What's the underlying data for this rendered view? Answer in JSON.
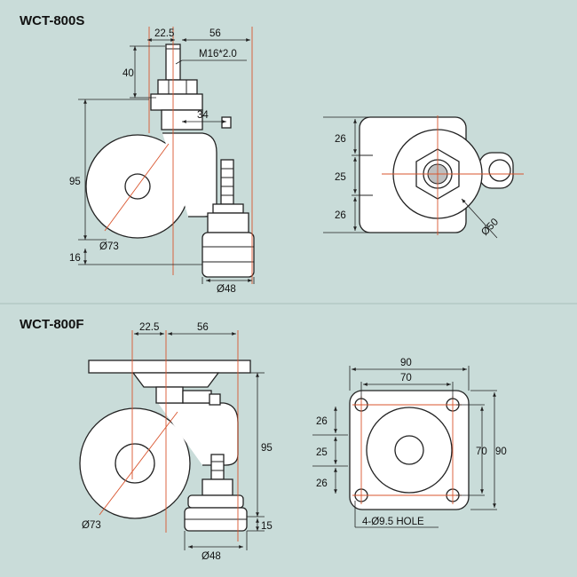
{
  "models": [
    {
      "title": "WCT-800S",
      "side": {
        "d1": "22.5",
        "d2": "56",
        "d3": "M16*2.0",
        "d4": "40",
        "d5": "34",
        "d6": "95",
        "d7": "16",
        "d8": "Ø73",
        "d9": "Ø48"
      },
      "top": {
        "d1": "26",
        "d2": "25",
        "d3": "26",
        "d4": "Ø50"
      }
    },
    {
      "title": "WCT-800F",
      "side": {
        "d1": "22.5",
        "d2": "56",
        "d3": "95",
        "d4": "15",
        "d5": "Ø73",
        "d6": "Ø48"
      },
      "top": {
        "d1": "90",
        "d2": "70",
        "d3": "26",
        "d4": "25",
        "d5": "26",
        "d6": "70",
        "d7": "90",
        "d8": "4-Ø9.5 HOLE"
      }
    }
  ],
  "colors": {
    "background": "#c9dcd9",
    "line": "#222222",
    "centerline": "#d9552e",
    "part": "#ffffff"
  }
}
